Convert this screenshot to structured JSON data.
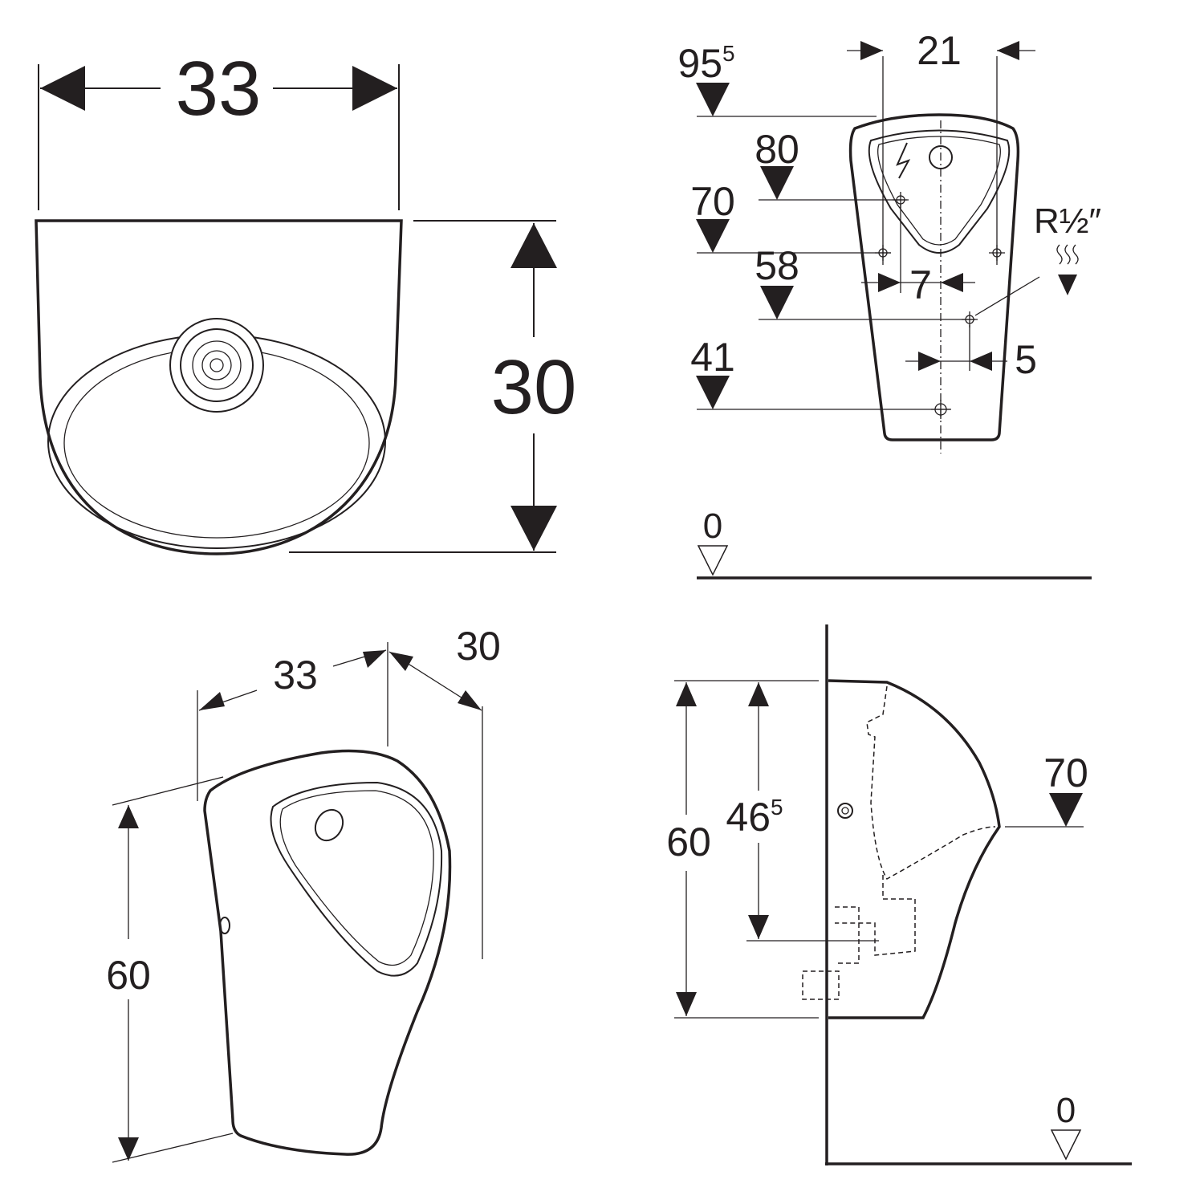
{
  "title": "Urinal dimension drawing",
  "top_view": {
    "width": "33",
    "depth": "30"
  },
  "front_view": {
    "level_95": "95",
    "level_95_sup": "5",
    "width_21": "21",
    "level_80": "80",
    "level_70": "70",
    "level_58": "58",
    "offset_7": "7",
    "level_41": "41",
    "offset_5": "5",
    "thread": "R½″",
    "floor": "0",
    "icons": [
      "electric-bolt-icon",
      "water-supply-icon"
    ]
  },
  "iso_view": {
    "width": "33",
    "depth": "30",
    "height": "60"
  },
  "side_view": {
    "height": "60",
    "height_46": "46",
    "height_46_sup": "5",
    "level_70": "70",
    "floor": "0"
  }
}
